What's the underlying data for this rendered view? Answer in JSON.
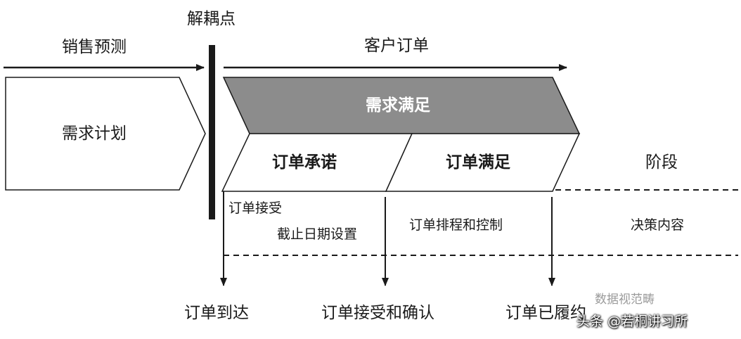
{
  "labels": {
    "sales_forecast": "销售预测",
    "decoupling_point": "解耦点",
    "customer_order": "客户订单",
    "demand_planning": "需求计划",
    "demand_fulfillment": "需求满足",
    "order_commitment": "订单承诺",
    "order_fulfillment": "订单满足",
    "stage": "阶段",
    "order_acceptance": "订单接受",
    "cutoff_date_setting": "截止日期设置",
    "order_scheduling_control": "订单排程和控制",
    "decision_content": "决策内容",
    "order_arrival": "订单到达",
    "order_accept_confirm": "订单接受和确认",
    "order_fulfilled": "订单已履约"
  },
  "watermark": {
    "source": "头条 @若桐讲习所",
    "faint": "数据视范畴"
  },
  "colors": {
    "ink": "#1a1a1a",
    "chevron_fill": "#8c8c8c",
    "white_text": "#ffffff"
  }
}
